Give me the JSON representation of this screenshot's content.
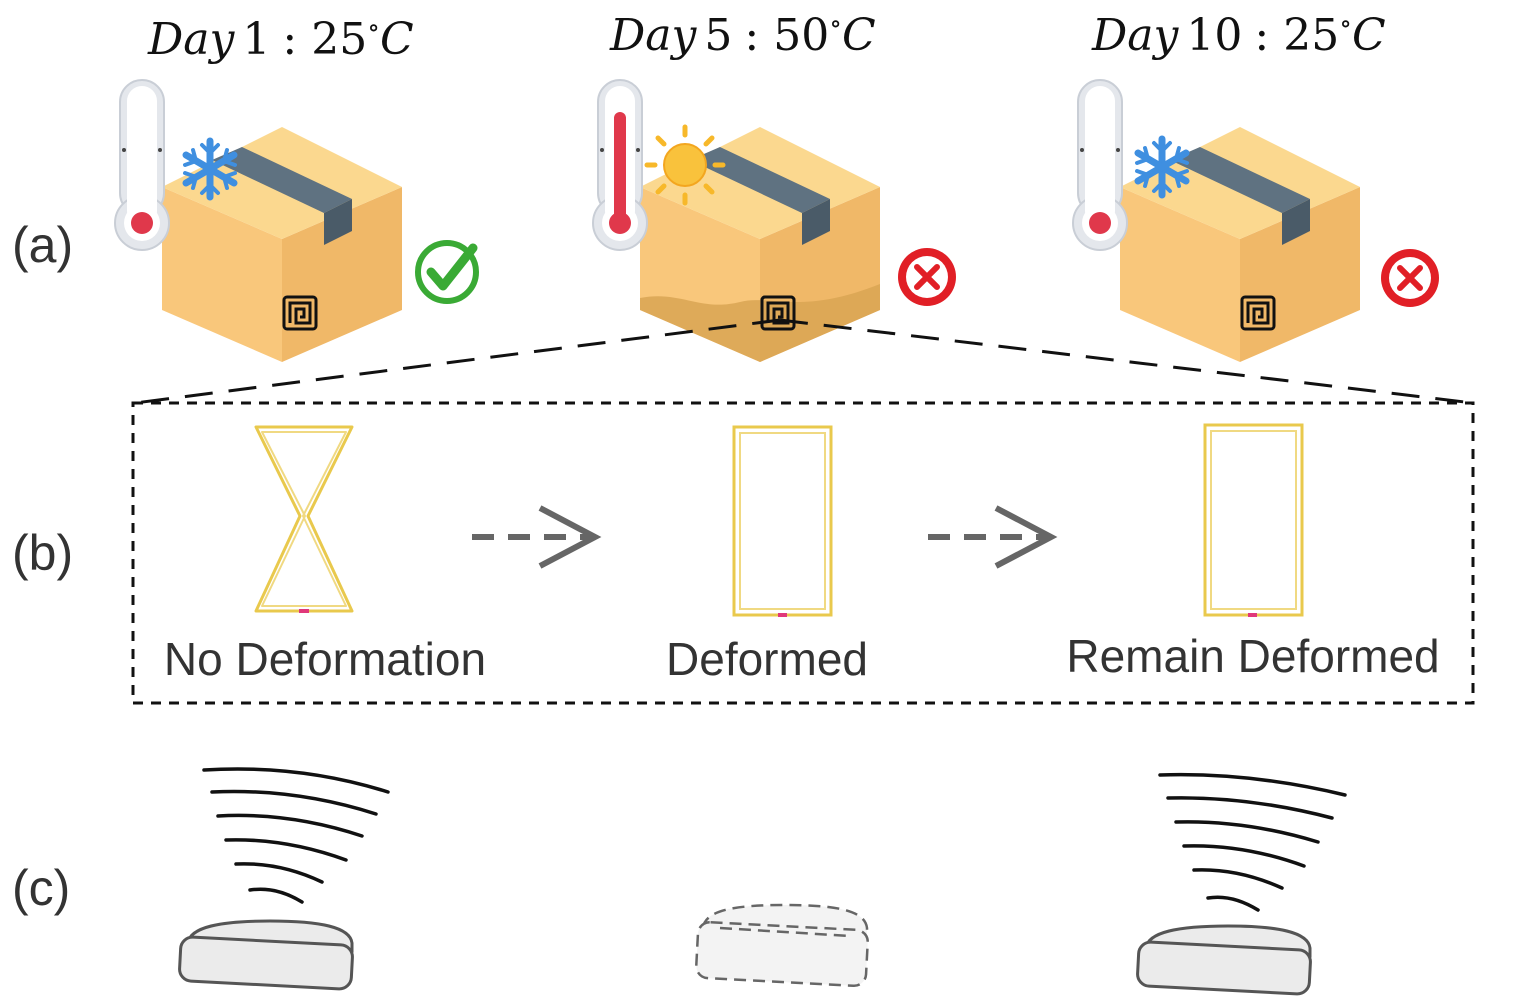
{
  "row_labels": [
    "(a)",
    "(b)",
    "(c)"
  ],
  "days": [
    {
      "day_word": "Day",
      "day_num": "1",
      "temp": "25",
      "unit": "C",
      "temp_state": "cold",
      "status": "check-icon"
    },
    {
      "day_word": "Day",
      "day_num": "5",
      "temp": "50",
      "unit": "C",
      "temp_state": "hot",
      "status": "cross-icon"
    },
    {
      "day_word": "Day",
      "day_num": "10",
      "temp": "25",
      "unit": "C",
      "temp_state": "cold",
      "status": "cross-icon"
    }
  ],
  "deformation_labels": [
    "No Deformation",
    "Deformed",
    "Remain Deformed"
  ],
  "readers": [
    {
      "state": "active"
    },
    {
      "state": "inactive"
    },
    {
      "state": "active"
    }
  ],
  "colors": {
    "box": "#f9c77b",
    "box_side": "#f0b868",
    "box_top": "#fbd88f",
    "tape": "#5f7281",
    "tape_dark": "#4a5b68",
    "snow": "#3f8fe0",
    "sun": "#f7b82a",
    "thermo_red": "#e0384b",
    "check_green": "#3aaa35",
    "cross_red": "#e11f26",
    "antenna_gold": "#e9c94d",
    "text": "#333333",
    "arrow_gray": "#666666"
  }
}
